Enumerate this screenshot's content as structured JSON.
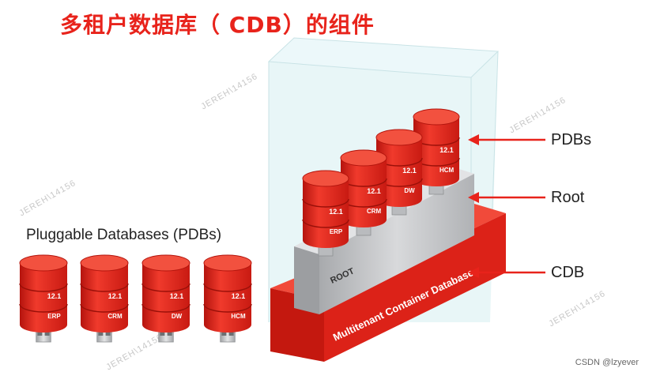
{
  "title": "多租户数据库（ CDB）的组件",
  "subtitle": "Pluggable Databases (PDBs)",
  "labels": {
    "pdbs": "PDBs",
    "root": "Root",
    "cdb": "CDB"
  },
  "base_text": "Multitenant Container Database",
  "root_text": "ROOT",
  "pdb_version": "12.1",
  "pdb_names": [
    "ERP",
    "CRM",
    "DW",
    "HCM"
  ],
  "watermark": "JEREH\\14156",
  "credit": "CSDN @lzyever",
  "colors": {
    "red": "#e8231b",
    "title_red": "#e8231b",
    "gray": "#c8c9cb",
    "glass": "#dff2f4"
  }
}
